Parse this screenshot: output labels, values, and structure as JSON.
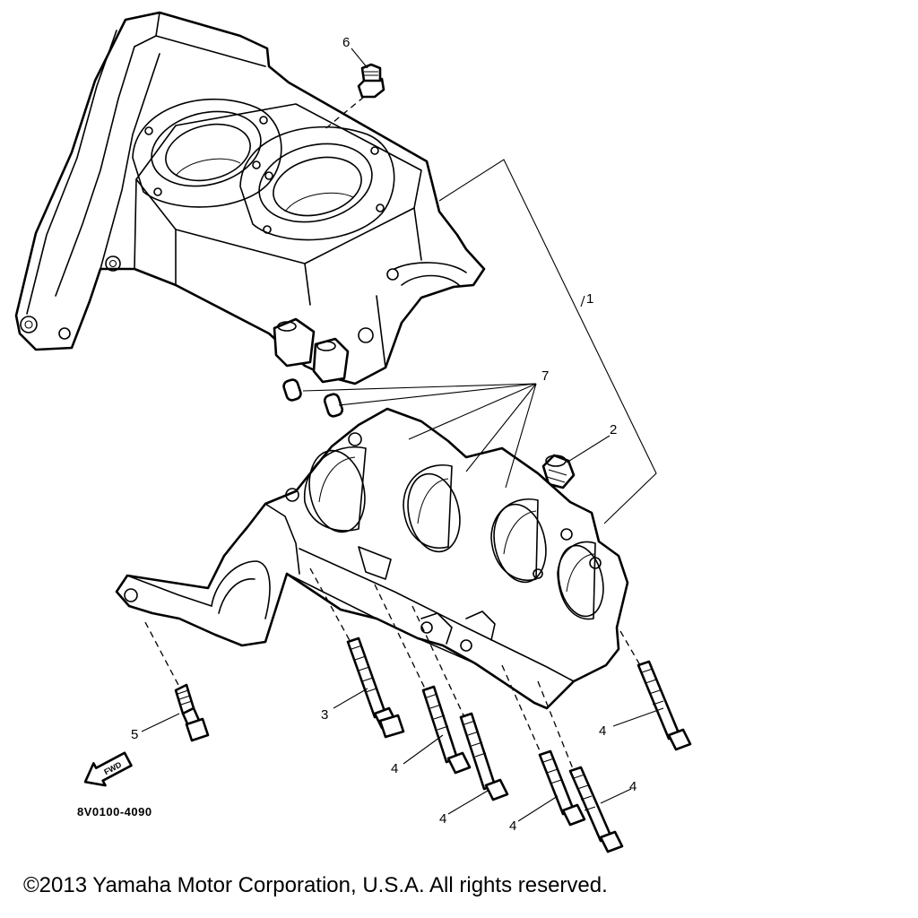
{
  "diagram": {
    "drawing_code": "8V0100-4090",
    "forward_label": "FWD",
    "callouts": [
      {
        "id": "1",
        "text": "1"
      },
      {
        "id": "2",
        "text": "2"
      },
      {
        "id": "3",
        "text": "3"
      },
      {
        "id": "4a",
        "text": "4"
      },
      {
        "id": "4b",
        "text": "4"
      },
      {
        "id": "4c",
        "text": "4"
      },
      {
        "id": "4d",
        "text": "4"
      },
      {
        "id": "4e",
        "text": "4"
      },
      {
        "id": "5",
        "text": "5"
      },
      {
        "id": "6",
        "text": "6"
      },
      {
        "id": "7",
        "text": "7"
      }
    ]
  },
  "footer": {
    "copyright": "©2013 Yamaha Motor Corporation, U.S.A. All rights reserved."
  }
}
